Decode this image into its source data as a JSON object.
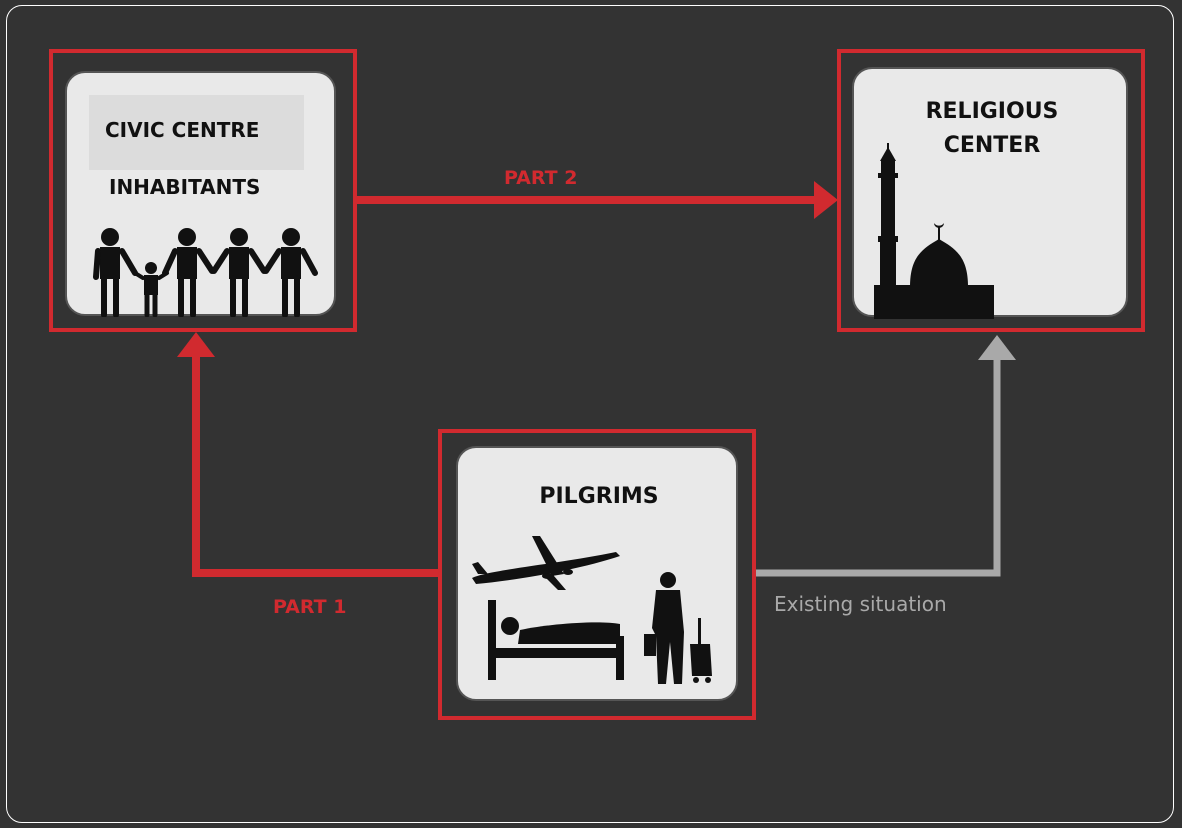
{
  "colors": {
    "background": "#333333",
    "accent_red": "#d12a2f",
    "existing_gray": "#a9a9a9",
    "card": "#e9e9e9",
    "silhouette": "#111111"
  },
  "nodes": {
    "civic": {
      "title": "CIVIC CENTRE",
      "subtitle": "INHABITANTS",
      "icon": "family-people-icon"
    },
    "religious": {
      "title_line1": "RELIGIOUS",
      "title_line2": "CENTER",
      "icon": "mosque-icon"
    },
    "pilgrims": {
      "title": "PILGRIMS",
      "icons": [
        "airplane-icon",
        "bed-icon",
        "traveler-with-luggage-icon"
      ]
    }
  },
  "connections": {
    "part1": "PART 1",
    "part2": "PART  2",
    "existing": "Existing situation"
  }
}
